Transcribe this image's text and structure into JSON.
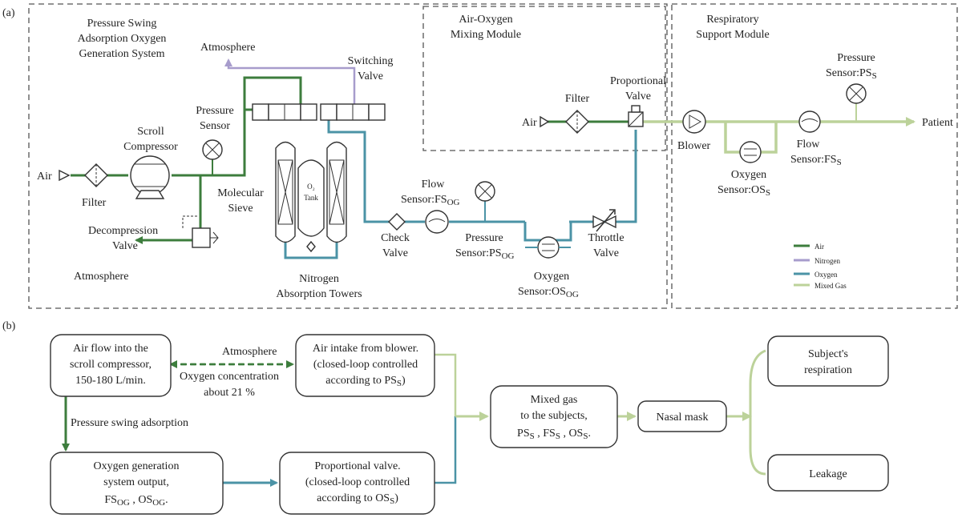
{
  "colors": {
    "air": "#3d7d3d",
    "nitrogen": "#a79ccc",
    "oxygen": "#4b93a6",
    "mixed": "#bcd29a"
  },
  "panel_a": {
    "tag": "(a)",
    "modules": {
      "psa": [
        "Pressure Swing",
        "Adsorption Oxygen",
        "Generation System"
      ],
      "mixing": [
        "Air-Oxygen",
        "Mixing Module"
      ],
      "respiratory": [
        "Respiratory",
        "Support Module"
      ]
    },
    "labels": {
      "air_left": "Air",
      "filter_left": "Filter",
      "scroll_compressor": [
        "Scroll",
        "Compressor"
      ],
      "pressure_sensor": [
        "Pressure",
        "Sensor"
      ],
      "decompression_valve": [
        "Decompression",
        "Valve"
      ],
      "atmosphere_bottom": "Atmosphere",
      "atmosphere_top": "Atmosphere",
      "switching_valve": [
        "Switching",
        "Valve"
      ],
      "molecular_sieve": [
        "Molecular",
        "Sieve"
      ],
      "o2_tank": [
        "O₂",
        "Tank"
      ],
      "nitrogen_towers": [
        "Nitrogen",
        "Absorption Towers"
      ],
      "check_valve": [
        "Check",
        "Valve"
      ],
      "flow_sensor_og": [
        "Flow",
        "Sensor:FS",
        "OG"
      ],
      "pressure_sensor_og": [
        "Pressure",
        "Sensor:PS",
        "OG"
      ],
      "oxygen_sensor_og": [
        "Oxygen",
        "Sensor:OS",
        "OG"
      ],
      "throttle_valve": [
        "Throttle",
        "Valve"
      ],
      "air_mix": "Air",
      "filter_mix": "Filter",
      "proportional_valve": [
        "Proportional",
        "Valve"
      ],
      "blower": "Blower",
      "oxygen_sensor_s": [
        "Oxygen",
        "Sensor:OS",
        "S"
      ],
      "flow_sensor_s": [
        "Flow",
        "Sensor:FS",
        "S"
      ],
      "pressure_sensor_s": [
        "Pressure",
        "Sensor:PS",
        "S"
      ],
      "patient": "Patient"
    },
    "legend": [
      {
        "label": "Air",
        "color": "#3d7d3d"
      },
      {
        "label": "Nitrogen",
        "color": "#a79ccc"
      },
      {
        "label": "Oxygen",
        "color": "#4b93a6"
      },
      {
        "label": "Mixed Gas",
        "color": "#bcd29a"
      }
    ]
  },
  "panel_b": {
    "tag": "(b)",
    "box_air_flow": [
      "Air flow into the",
      "scroll compressor,",
      "150-180 L/min."
    ],
    "atmosphere": "Atmosphere",
    "oxygen_conc": [
      "Oxygen concentration",
      "about 21 %"
    ],
    "box_air_intake": [
      "Air  intake from blower.",
      "(closed-loop controlled",
      "according to PS",
      "S",
      ")"
    ],
    "psa_label": "Pressure swing adsorption",
    "box_ogs_output": [
      "Oxygen generation",
      "system output,",
      "FS",
      "OG",
      " , OS",
      "OG",
      "."
    ],
    "box_prop_valve": [
      "Proportional valve.",
      "(closed-loop controlled",
      "according to OS",
      "S",
      ")"
    ],
    "box_mixed": [
      "Mixed gas",
      "to the subjects,",
      "PS",
      "S",
      " , FS",
      "S",
      " , OS",
      "S",
      "."
    ],
    "box_nasal": "Nasal mask",
    "box_respiration": [
      "Subject's",
      "respiration"
    ],
    "box_leakage": "Leakage"
  }
}
